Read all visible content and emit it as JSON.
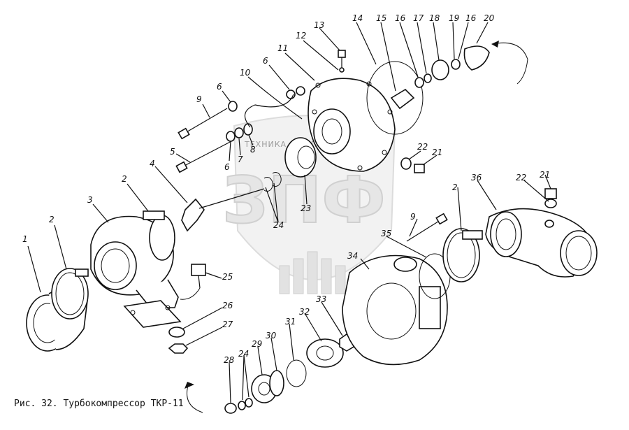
{
  "caption": "Рис. 32. Турбокомпрессор ТКР-11",
  "watermark": {
    "text": "ТЕХНИКА И ЗАПЧАСТИ",
    "logo": "ЗПФ"
  },
  "callouts": [
    {
      "id": "1",
      "text": "1"
    },
    {
      "id": "2a",
      "text": "2"
    },
    {
      "id": "2b",
      "text": "2"
    },
    {
      "id": "2c",
      "text": "2"
    },
    {
      "id": "3",
      "text": "3"
    },
    {
      "id": "4",
      "text": "4"
    },
    {
      "id": "5",
      "text": "5"
    },
    {
      "id": "6a",
      "text": "6"
    },
    {
      "id": "6b",
      "text": "6"
    },
    {
      "id": "6c",
      "text": "6"
    },
    {
      "id": "7",
      "text": "7"
    },
    {
      "id": "8",
      "text": "8"
    },
    {
      "id": "9a",
      "text": "9"
    },
    {
      "id": "9b",
      "text": "9"
    },
    {
      "id": "10",
      "text": "10"
    },
    {
      "id": "11",
      "text": "11"
    },
    {
      "id": "12",
      "text": "12"
    },
    {
      "id": "13",
      "text": "13"
    },
    {
      "id": "14",
      "text": "14"
    },
    {
      "id": "15",
      "text": "15"
    },
    {
      "id": "16a",
      "text": "16"
    },
    {
      "id": "17",
      "text": "17"
    },
    {
      "id": "18",
      "text": "18"
    },
    {
      "id": "19",
      "text": "19"
    },
    {
      "id": "16b",
      "text": "16"
    },
    {
      "id": "20",
      "text": "20"
    },
    {
      "id": "21a",
      "text": "21"
    },
    {
      "id": "22a",
      "text": "22"
    },
    {
      "id": "21b",
      "text": "21"
    },
    {
      "id": "22b",
      "text": "22"
    },
    {
      "id": "23",
      "text": "23"
    },
    {
      "id": "24a",
      "text": "24"
    },
    {
      "id": "24b",
      "text": "24"
    },
    {
      "id": "25",
      "text": "25"
    },
    {
      "id": "26",
      "text": "26"
    },
    {
      "id": "27",
      "text": "27"
    },
    {
      "id": "28",
      "text": "28"
    },
    {
      "id": "29",
      "text": "29"
    },
    {
      "id": "30",
      "text": "30"
    },
    {
      "id": "31",
      "text": "31"
    },
    {
      "id": "32",
      "text": "32"
    },
    {
      "id": "33",
      "text": "33"
    },
    {
      "id": "34",
      "text": "34"
    },
    {
      "id": "35",
      "text": "35"
    },
    {
      "id": "36",
      "text": "36"
    }
  ]
}
